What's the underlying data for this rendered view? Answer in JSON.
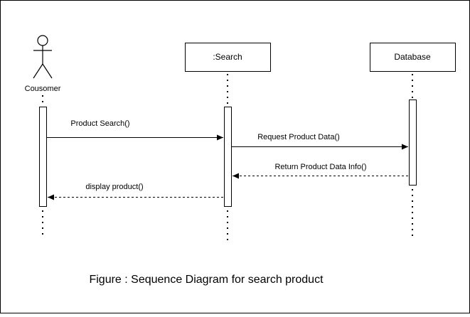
{
  "participants": {
    "actor": {
      "label": "Cousomer"
    },
    "search": {
      "label": ":Search"
    },
    "database": {
      "label": "Database"
    }
  },
  "messages": [
    {
      "label": "Product Search()",
      "style": "solid"
    },
    {
      "label": "Request Product Data()",
      "style": "solid"
    },
    {
      "label": "Return Product Data Info()",
      "style": "dashed"
    },
    {
      "label": "display product()",
      "style": "dashed"
    }
  ],
  "caption": "Figure : Sequence Diagram for search product",
  "colors": {
    "line": "#000000",
    "background": "#ffffff"
  }
}
